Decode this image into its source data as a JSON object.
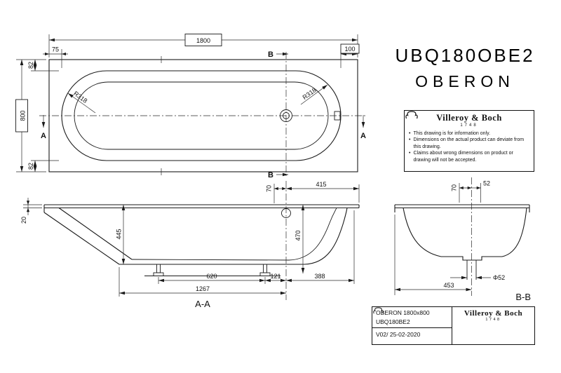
{
  "colors": {
    "ink": "#111111",
    "background": "#ffffff"
  },
  "header": {
    "code": "UBQ180OBE2",
    "name": "OBERON"
  },
  "plan": {
    "dim_length": "1800",
    "dim_left": "75",
    "dim_right": "100",
    "dim_width": "800",
    "dim_inset_top": "82",
    "dim_inset_bottom": "82",
    "radius_left": "R318",
    "radius_right": "R318",
    "sec_a_left": "A",
    "sec_a_right": "A",
    "sec_b_top": "B",
    "sec_b_bottom": "B"
  },
  "side": {
    "label": "A-A",
    "dim_rim": "20",
    "dim_depth": "445",
    "dim_overflow": "70",
    "dim_end": "415",
    "dim_drain_depth": "470",
    "dim_feet": "620",
    "dim_foot_drain": "121",
    "dim_drain_end": "388",
    "dim_bottom": "1267"
  },
  "section": {
    "label": "B-B",
    "dim_overflow": "70",
    "dim_hole": "52",
    "dim_drain": "Φ52",
    "dim_pos": "453"
  },
  "info_box": {
    "brand": "Villeroy & Boch",
    "year": "1748",
    "notes": [
      "This drawing is for information only.",
      "Dimensions on the actual product can deviate from this drawing.",
      "Claims about wrong dimensions on product or drawing will not be accepted."
    ]
  },
  "title_block": {
    "product": "OBERON 1800x800",
    "code": "UBQ180BE2",
    "version": "V02/ 25-02-2020",
    "brand": "Villeroy & Boch",
    "year": "1748"
  }
}
